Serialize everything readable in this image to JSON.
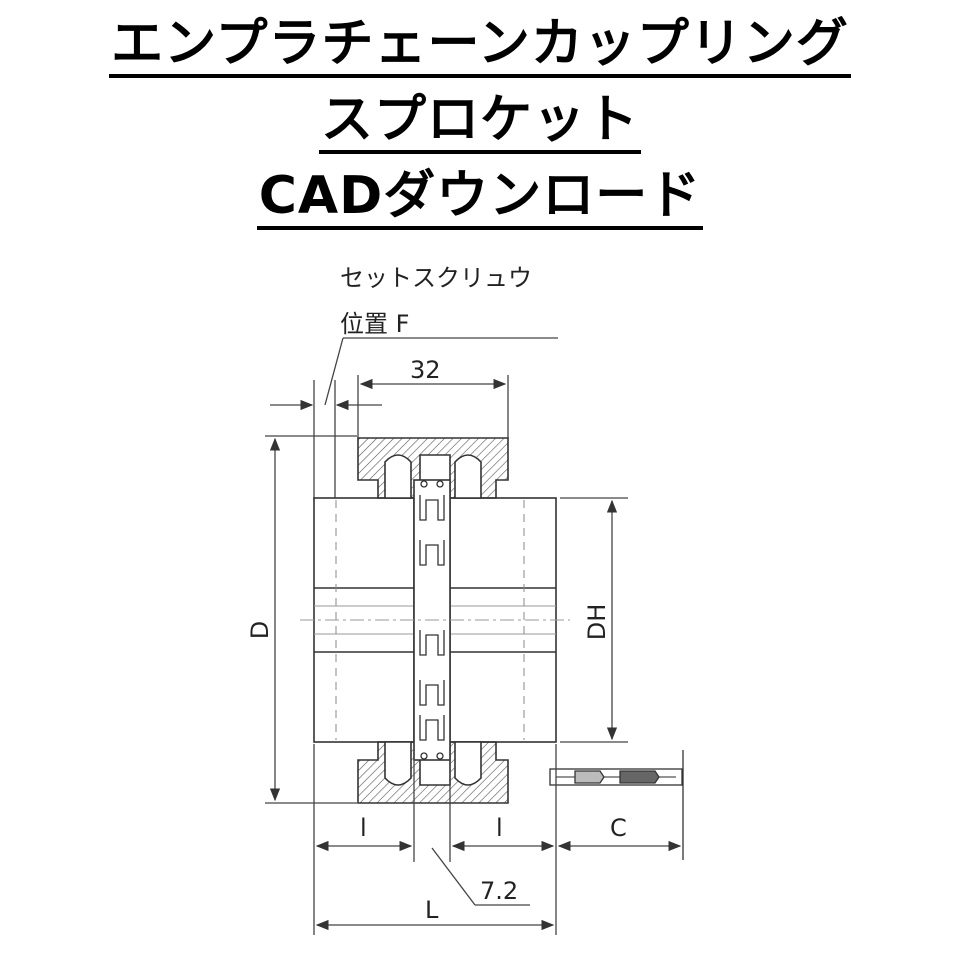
{
  "title": {
    "line1": "エンプラチェーンカップリング",
    "line2": "スプロケット",
    "line3": "CADダウンロード"
  },
  "annotations": {
    "set_screw": "セットスクリュウ",
    "position_f": "位置 F"
  },
  "dimensions": {
    "width_32": "32",
    "d": "D",
    "dh": "DH",
    "l_left": "l",
    "l_right": "l",
    "c": "C",
    "gap": "7.2",
    "length": "L"
  }
}
